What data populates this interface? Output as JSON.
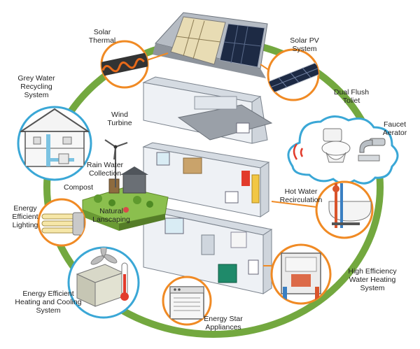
{
  "colors": {
    "ring": "#73a83f",
    "orange_border": "#f08a24",
    "blue_border": "#3aa7d6",
    "wall": "#e9edf2",
    "roof": "#9aa0a8",
    "grass": "#8bbf4e",
    "panel": "#1d2a44"
  },
  "labels": {
    "solar_thermal": [
      "Solar",
      "Thermal"
    ],
    "solar_pv": [
      "Solar PV",
      "System"
    ],
    "grey_water": [
      "Grey Water",
      "Recycling",
      "System"
    ],
    "dual_flush": [
      "Dual Flush",
      "Toliet"
    ],
    "faucet_aerator": [
      "Faucet",
      "Aerator"
    ],
    "wind_turbine": [
      "Wind",
      "Turbine"
    ],
    "rain_water": [
      "Rain Water",
      "Collection"
    ],
    "compost": [
      "Compost"
    ],
    "hot_water": [
      "Hot Water",
      "Recirculation"
    ],
    "lighting": [
      "Energy",
      "Efficient",
      "Lighting"
    ],
    "landscaping": [
      "Natural",
      "Lanscaping"
    ],
    "heating_cooling": [
      "Energy Efficient",
      "Heating and Cooling",
      "System"
    ],
    "high_eff_heating": [
      "High Efficiency",
      "Water Heating",
      "System"
    ],
    "energy_star": [
      "Energy Star",
      "Appliances"
    ]
  },
  "icons": {
    "solar_thermal": "solar-thermal-collector-icon",
    "solar_pv": "solar-panel-icon",
    "grey_water": "grey-water-house-icon",
    "toilet": "toilet-icon",
    "faucet": "faucet-icon",
    "wind": "wind-turbine-icon",
    "hot_water": "bathtub-icon",
    "lighting": "cfl-bulb-icon",
    "hvac": "hvac-unit-icon",
    "water_heater": "water-heater-icon",
    "appliance": "dishwasher-icon"
  }
}
